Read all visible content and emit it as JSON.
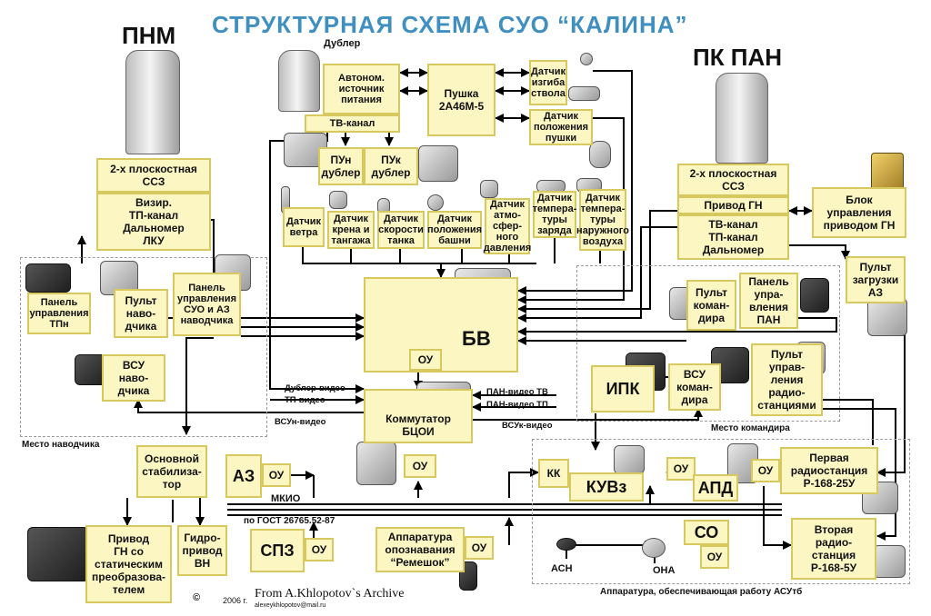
{
  "title": "СТРУКТУРНАЯ СХЕМА СУО “КАЛИНА”",
  "pnm": "ПНМ",
  "pk_pan": "ПК ПАН",
  "dubler_label": "Дублер",
  "blocks": {
    "auto_power": "Автоном.\nисточник\nпитания",
    "tv_channel": "ТВ-канал",
    "gun": "Пушка\n2А46М-5",
    "bend_sensor": "Датчик\nизгиба\nствола",
    "gun_pos_sensor": "Датчик\nположения\nпушки",
    "pun_dubler": "ПУн\nдублер",
    "puk_dubler": "ПУк\nдублер",
    "pnm_ssz": "2-х плоскостная\nССЗ",
    "pnm_sight": "Визир.\nТП-канал\nДальномер\nЛКУ",
    "wind": "Датчик\nветра",
    "roll": "Датчик\nкрена и\nтангажа",
    "speed": "Датчик\nскорости\nтанка",
    "turret": "Датчик\nположения\nбашни",
    "atm": "Датчик\nатмо-\nсфер-\nного\nдавления",
    "charge_temp": "Датчик\nтемпера-\nтуры\nзаряда",
    "air_temp": "Датчик\nтемпера-\nтуры\nнаружного\nвоздуха",
    "pan_ssz": "2-х плоскостная\nССЗ",
    "pan_drive": "Привод ГН",
    "pan_channels": "ТВ-канал\nТП-канал\nДальномер",
    "gn_control": "Блок\nуправления\nприводом ГН",
    "az_load": "Пульт\nзагрузки\nАЗ",
    "tpn_panel": "Панель\nуправления\nТПн",
    "gunner_pult": "Пульт\nнаво-\nдчика",
    "suo_panel": "Панель\nуправления\nСУО и АЗ\nнаводчика",
    "commander_pult": "Пульт\nкоман-\nдира",
    "pan_panel": "Панель\nупра-\nвления\nПАН",
    "bv": "БВ",
    "ou": "ОУ",
    "vsu_gunner": "ВСУ\nнаво-\nдчика",
    "ipk": "ИПК",
    "vsu_commander": "ВСУ\nкоман-\nдира",
    "radio_panel": "Пульт\nуправ-\nления\nрадио-\nстанциями",
    "switch": "Коммутатор\nБЦОИ",
    "stabilizer": "Основной\nстабилиза-\nтор",
    "az": "АЗ",
    "kk": "КК",
    "kuvz": "КУВз",
    "apd": "АПД",
    "radio1": "Первая\nрадиостанция\nР-168-25У",
    "radio2": "Вторая\nрадио-\nстанция\nР-168-5У",
    "drive_gn": "Привод\nГН со\nстатическим\nпреобразова-\nтелем",
    "hydro": "Гидро-\nпривод\nВН",
    "spz": "СПЗ",
    "remeshok": "Аппаратура\nопознавания\n“Ремешок”",
    "so": "СО",
    "asn": "АСН",
    "ona": "ОНА"
  },
  "signals": {
    "dubler_video": "Дублер-видео",
    "tp_video": "ТП-видео",
    "vsun_video": "ВСУн-видео",
    "pan_tv": "ПАН-видео ТВ",
    "pan_tp": "ПАН-видео ТП",
    "vsuk_video": "ВСУк-видео"
  },
  "bus": {
    "mkio": "МКИО",
    "gost": "по ГОСТ 26765.52-87"
  },
  "zones": {
    "gunner": "Место наводчика",
    "commander": "Место командира",
    "asutb": "Аппаратура, обеспечивающая работу АСУтб"
  },
  "footer": {
    "copyright": "©",
    "year": "2006 г.",
    "archive": "From A.Khlopotov`s Archive",
    "email": "alexeykhlopotov@mail.ru"
  },
  "colors": {
    "title": "#3f8fc0",
    "box_fill": "#fbf6c2",
    "box_border": "#d8c860"
  }
}
